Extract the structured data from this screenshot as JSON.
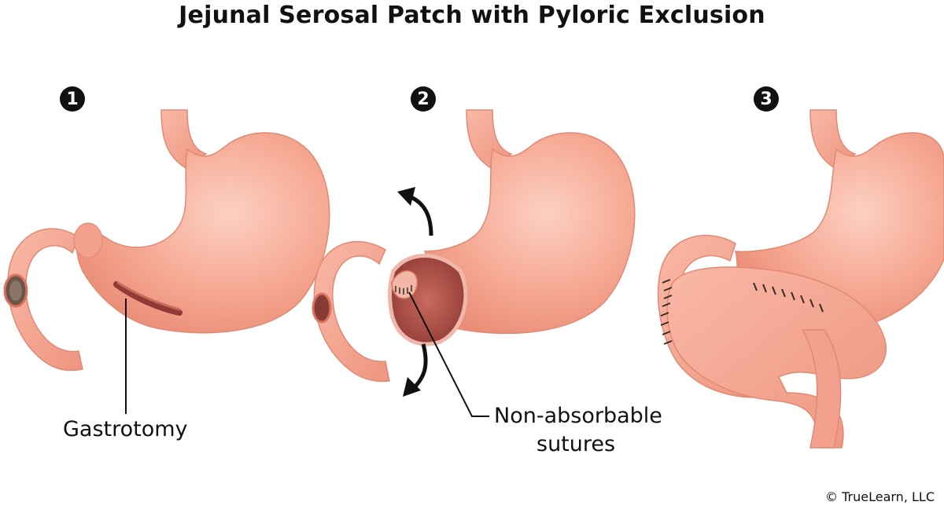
{
  "title": "Jejunal Serosal Patch with Pyloric Exclusion",
  "steps": [
    {
      "number": "1",
      "label": "Gastrotomy"
    },
    {
      "number": "2",
      "label_line1": "Non-absorbable",
      "label_line2": "sutures"
    },
    {
      "number": "3"
    }
  ],
  "copyright": "© TrueLearn, LLC",
  "colors": {
    "tissue": "#f4a08e",
    "tissue_light": "#fbc6b6",
    "tissue_dark": "#d9735f",
    "lumen": "#b5524a",
    "suture": "#3a2a28"
  }
}
